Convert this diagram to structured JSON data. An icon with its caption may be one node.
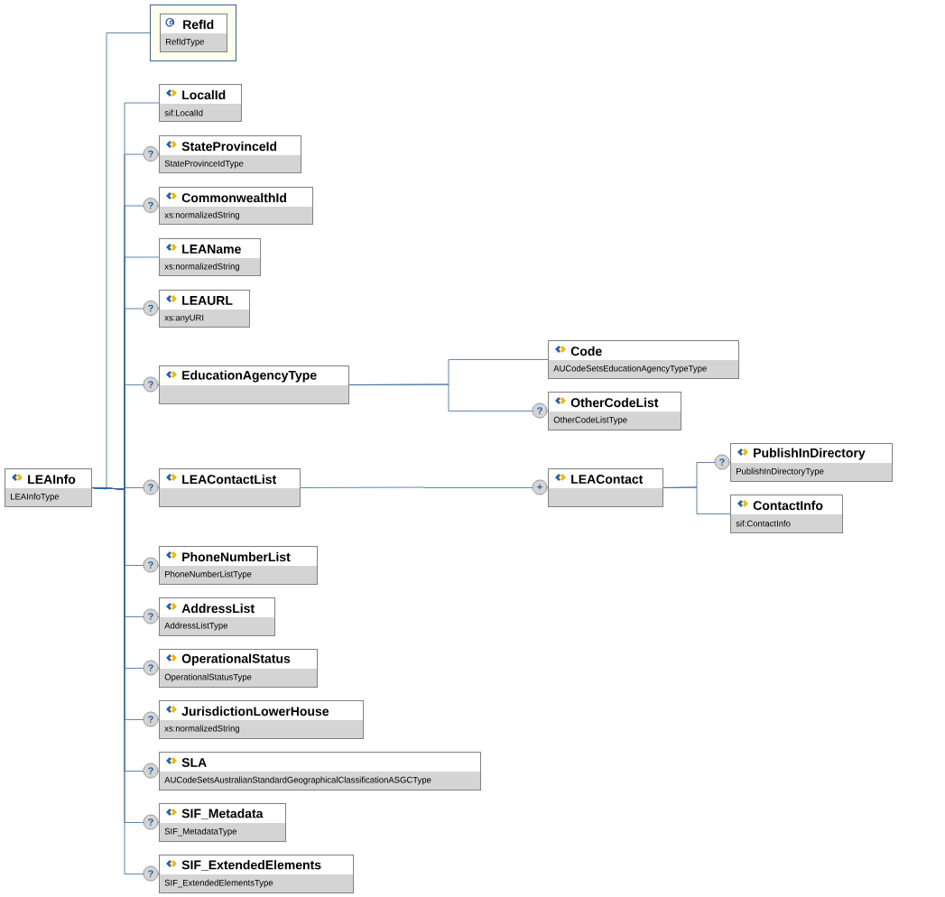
{
  "diagram": {
    "nodes": [
      {
        "text": [
          "LEAInfo",
          "LEAInfoType"
        ]
      },
      {
        "text": [],
        "shape": "box"
      },
      {
        "text": [
          "RefId",
          "RefIdType"
        ],
        "in": 1
      },
      {
        "text": [
          "LocalId",
          "sif:LocalId"
        ]
      },
      {
        "text": [
          "StateProvinceId",
          "StateProvinceIdType"
        ],
        "beside": [
          "?"
        ]
      },
      {
        "text": [
          "CommonwealthId",
          "xs:normalizedString"
        ],
        "beside": [
          "?"
        ]
      },
      {
        "text": [
          "LEAName",
          "xs:normalizedString"
        ]
      },
      {
        "text": [
          "LEAURL",
          "xs:anyURI"
        ],
        "beside": [
          "?"
        ]
      },
      {
        "text": [
          "EducationAgencyType"
        ],
        "beside": [
          "?"
        ]
      },
      {
        "text": [
          "Code",
          "AUCodeSetsEducationAgencyTypeType"
        ]
      },
      {
        "text": [
          "OtherCodeList",
          "OtherCodeListType"
        ],
        "beside": [
          "?"
        ]
      },
      {
        "text": [
          "LEAContactList"
        ],
        "beside": [
          "?"
        ]
      },
      {
        "text": [
          "LEAContact"
        ],
        "beside": [
          "+"
        ]
      },
      {
        "text": [
          "PublishInDirectory",
          "PublishInDirectoryType"
        ],
        "beside": [
          "?"
        ]
      },
      {
        "text": [
          "ContactInfo",
          "sif:ContactInfo"
        ]
      },
      {
        "text": [
          "PhoneNumberList",
          "PhoneNumberListType"
        ],
        "beside": [
          "?"
        ]
      },
      {
        "text": [
          "AddressList",
          "AddressListType"
        ],
        "beside": [
          "?"
        ]
      },
      {
        "text": [
          "OperationalStatus",
          "OperationalStatusType"
        ],
        "beside": [
          "?"
        ]
      },
      {
        "text": [
          "JurisdictionLowerHouse",
          "xs:normalizedString"
        ],
        "beside": [
          "?"
        ]
      },
      {
        "text": [
          "SLA",
          "AUCodeSetsAustralianStandardGeographicalClassificationASGCType"
        ],
        "beside": [
          "?"
        ]
      },
      {
        "text": [
          "SIF_Metadata",
          "SIF_MetadataType"
        ],
        "beside": [
          "?"
        ]
      },
      {
        "text": [
          "SIF_ExtendedElements",
          "SIF_ExtendedElementsType"
        ],
        "beside": [
          "?"
        ]
      }
    ],
    "edges": [
      {
        "from": 0,
        "to": 1,
        "arrow": "none"
      },
      {
        "from": 0,
        "to": 3,
        "arrow": "none"
      },
      {
        "from": 0,
        "to": 4,
        "arrow": "none"
      },
      {
        "from": 0,
        "to": 5,
        "arrow": "none"
      },
      {
        "from": 0,
        "to": 6,
        "arrow": "none"
      },
      {
        "from": 0,
        "to": 7,
        "arrow": "none"
      },
      {
        "from": 0,
        "to": 8,
        "arrow": "none"
      },
      {
        "from": 0,
        "to": 11,
        "arrow": "none"
      },
      {
        "from": 0,
        "to": 15,
        "arrow": "none"
      },
      {
        "from": 0,
        "to": 16,
        "arrow": "none"
      },
      {
        "from": 0,
        "to": 17,
        "arrow": "none"
      },
      {
        "from": 0,
        "to": 18,
        "arrow": "none"
      },
      {
        "from": 0,
        "to": 19,
        "arrow": "none"
      },
      {
        "from": 0,
        "to": 20,
        "arrow": "none"
      },
      {
        "from": 0,
        "to": 21,
        "arrow": "none"
      },
      {
        "from": 8,
        "to": 9,
        "arrow": "none"
      },
      {
        "from": 8,
        "to": 10,
        "arrow": "none"
      },
      {
        "from": 11,
        "to": 12,
        "arrow": "none"
      },
      {
        "from": 12,
        "to": 13,
        "arrow": "none"
      },
      {
        "from": 12,
        "to": 14,
        "arrow": "none"
      }
    ]
  }
}
